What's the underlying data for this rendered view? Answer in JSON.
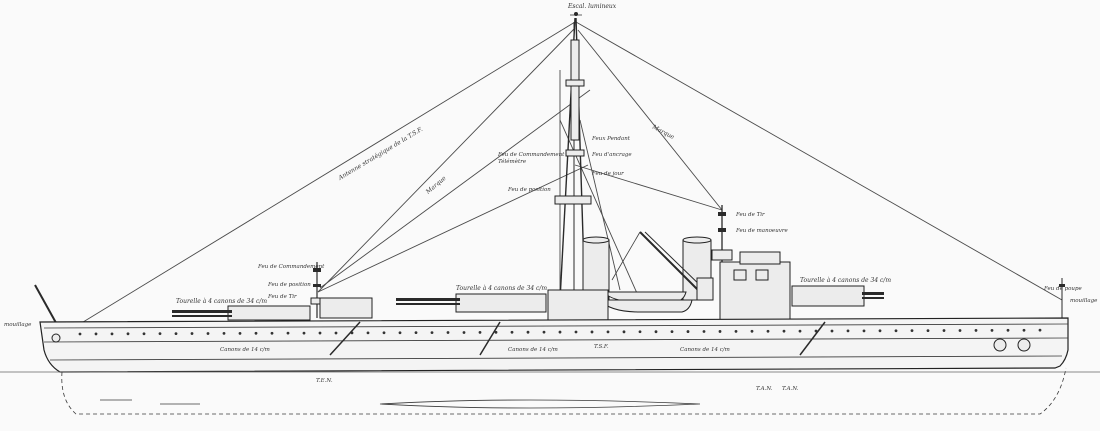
{
  "labels": {
    "masthead_top": "Escal. lumineux",
    "antenna_left": "Antenne stratégique de la T.S.F.",
    "stay_left": "Marque",
    "stay_right": "Marque",
    "mast_label_1": "Feu de Commandement",
    "mast_label_2": "Feux Pendant",
    "mast_label_3": "Feu de position",
    "mast_label_4": "Feu de jour",
    "mast_label_5": "Feu d'ancrage",
    "mast_label_6": "Télémètre",
    "aft_mast_top": "Feu de Tir",
    "aft_mast_sub": "Feu de manoeuvre",
    "fwd_mast_1": "Feu de Commandement",
    "fwd_mast_2": "Feu de position",
    "fwd_mast_3": "Feu de Tir",
    "turret_fwd_lower": "Tourelle à 4 canons de 34 c/m",
    "turret_fwd_upper": "Tourelle à 4 canons de 34 c/m",
    "turret_aft": "Tourelle à 4 canons de 34 c/m",
    "casemate_fwd": "Canons de 14 c/m",
    "casemate_mid": "Canons de 14 c/m",
    "casemate_aft": "Canons de 14 c/m",
    "bow_label": "mouillage",
    "stern_label": "mouillage",
    "stern_mast_label": "Feu de poupe",
    "tsf_mark": "T.S.F.",
    "waterline_mark": "T.E.N.",
    "draught_1": "T.A.N.",
    "draught_2": "T.A.N."
  }
}
